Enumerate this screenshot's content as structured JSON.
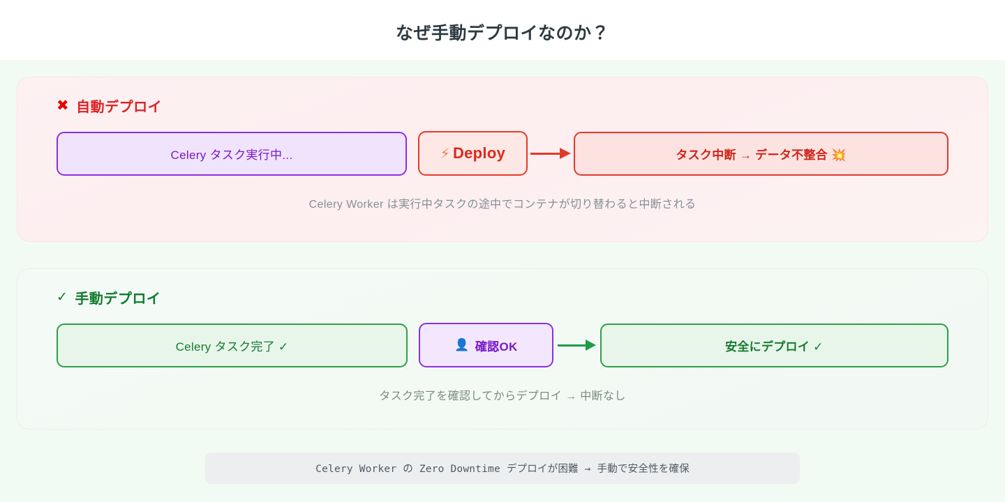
{
  "page": {
    "title": "なぜ手動デプロイなのか？",
    "background_color": "#f2faf4"
  },
  "bad_section": {
    "mark": "✖",
    "heading": "自動デプロイ",
    "accent_color": "#e02020",
    "flow": {
      "start_node": "Celery タスク実行中...",
      "action_node_icon": "⚡",
      "action_node": "Deploy",
      "result_node": "タスク中断 → データ不整合 💥",
      "arrow": "→"
    },
    "caption": "Celery Worker は実行中タスクの途中でコンテナが切り替わると中断される"
  },
  "good_section": {
    "mark": "✓",
    "heading": "手動デプロイ",
    "accent_color": "#0f7a2e",
    "flow": {
      "start_node": "Celery タスク完了 ✓",
      "action_node_icon": "👤",
      "action_node": "確認OK",
      "result_node": "安全にデプロイ ✓",
      "arrow": "→"
    },
    "caption": "タスク完了を確認してからデプロイ → 中断なし"
  },
  "footer": {
    "note": "Celery Worker の Zero Downtime デプロイが困難 → 手動で安全性を確保"
  }
}
